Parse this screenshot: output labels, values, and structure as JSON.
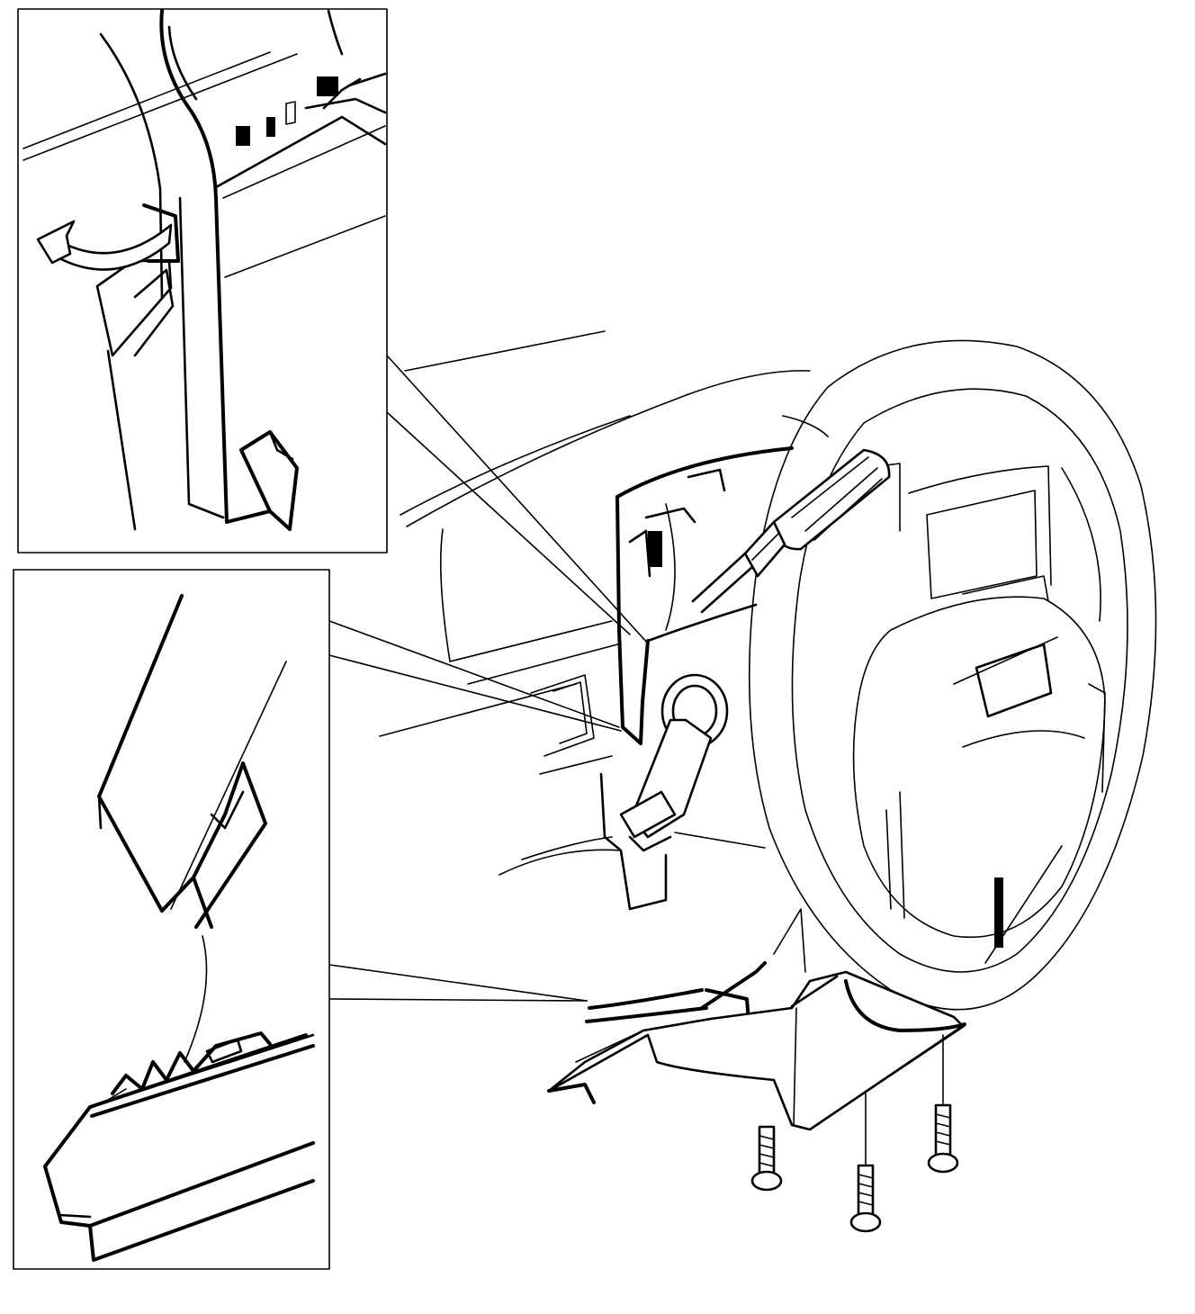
{
  "figure": {
    "panels": [
      "inset-top-clip-release",
      "inset-bottom-clip-detail",
      "main-steering-column-view"
    ],
    "icons": [
      "curved-arrow-icon",
      "screwdriver-icon",
      "screw-icon"
    ],
    "colors": {
      "ink": "#000000",
      "paper": "#ffffff"
    }
  }
}
